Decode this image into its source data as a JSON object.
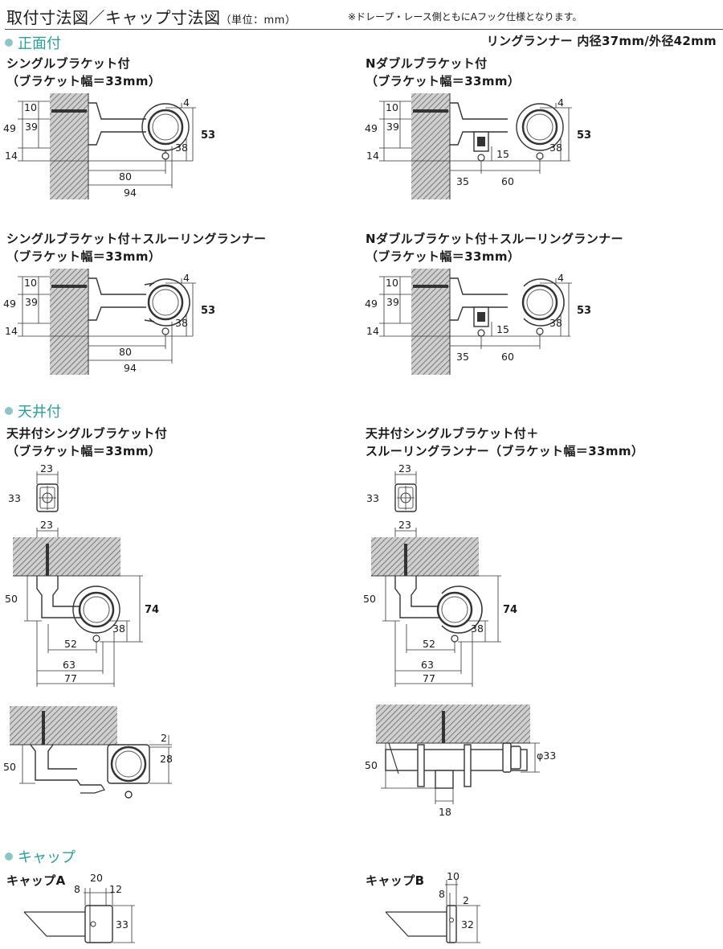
{
  "header": {
    "title": "取付寸法図／キャップ寸法図",
    "unit": "（単位：mm）",
    "note": "※ドレープ・レース側ともにAフック仕様となります。"
  },
  "sections": {
    "front": "正面付",
    "ceiling": "天井付",
    "cap": "キャップ"
  },
  "runner_spec": "リングランナー 内径37mm/外径42mm",
  "diagrams": {
    "single": {
      "line1": "シングルブラケット付",
      "line2": "（ブラケット幅＝33mm）",
      "dims": {
        "a": "10",
        "b": "49",
        "c": "39",
        "d": "14",
        "e": "4",
        "f": "53",
        "g": "38",
        "h": "80",
        "i": "94"
      }
    },
    "double": {
      "line1": "Nダブルブラケット付",
      "line2": "（ブラケット幅＝33mm）",
      "dims": {
        "a": "10",
        "b": "49",
        "c": "39",
        "d": "14",
        "e": "4",
        "f": "53",
        "g": "38",
        "h": "15",
        "i": "35",
        "j": "60"
      }
    },
    "single_through": {
      "line1": "シングルブラケット付＋スルーリングランナー",
      "line2": "（ブラケット幅＝33mm）",
      "dims": {
        "a": "10",
        "b": "49",
        "c": "39",
        "d": "14",
        "e": "4",
        "f": "53",
        "g": "38",
        "h": "80",
        "i": "94"
      }
    },
    "double_through": {
      "line1": "Nダブルブラケット付＋スルーリングランナー",
      "line2": "（ブラケット幅＝33mm）",
      "dims": {
        "a": "10",
        "b": "49",
        "c": "39",
        "d": "14",
        "e": "4",
        "f": "53",
        "g": "38",
        "h": "15",
        "i": "35",
        "j": "60"
      }
    },
    "ceiling_single": {
      "line1": "天井付シングルブラケット付",
      "line2": "（ブラケット幅＝33mm）",
      "dims": {
        "w": "23",
        "h": "33",
        "w2": "23",
        "v": "50",
        "t": "74",
        "r": "38",
        "x1": "52",
        "x2": "63",
        "x3": "77"
      }
    },
    "ceiling_through": {
      "line1": "天井付シングルブラケット付＋",
      "line2": "スルーリングランナー（ブラケット幅＝33mm）",
      "dims": {
        "w": "23",
        "h": "33",
        "w2": "23",
        "v": "50",
        "t": "74",
        "r": "38",
        "x1": "52",
        "x2": "63",
        "x3": "77"
      }
    },
    "ceiling_side": {
      "dims": {
        "gap": "2",
        "ring": "28",
        "v": "50"
      }
    },
    "ceiling_front": {
      "dims": {
        "dia": "φ33",
        "v": "50",
        "w": "18"
      }
    },
    "capA": {
      "label": "キャップA",
      "dims": {
        "a": "8",
        "b": "20",
        "c": "12",
        "d": "33"
      }
    },
    "capB": {
      "label": "キャップB",
      "dims": {
        "a": "10",
        "b": "8",
        "c": "2",
        "d": "32"
      }
    }
  }
}
